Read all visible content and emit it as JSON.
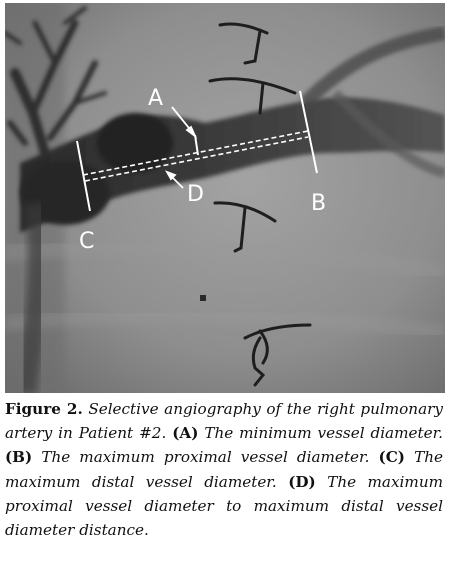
{
  "figure": {
    "panel_labels": {
      "a": "A",
      "b": "B",
      "c": "C",
      "d": "D"
    },
    "caption": {
      "figure_label": "Figure 2.",
      "intro": "Selective angiography of the right pul­monary artery in Patient #2.",
      "a_label": "(A)",
      "a_text": "The minimum ves­sel diameter.",
      "b_label": "(B)",
      "b_text": "The maximum proximal vessel diameter.",
      "c_label": "(C)",
      "c_text": "The maximum distal vessel diameter.",
      "d_label": "(D)",
      "d_text": "The maximum proximal vessel diameter to maxi­mum distal vessel diameter distance."
    }
  }
}
